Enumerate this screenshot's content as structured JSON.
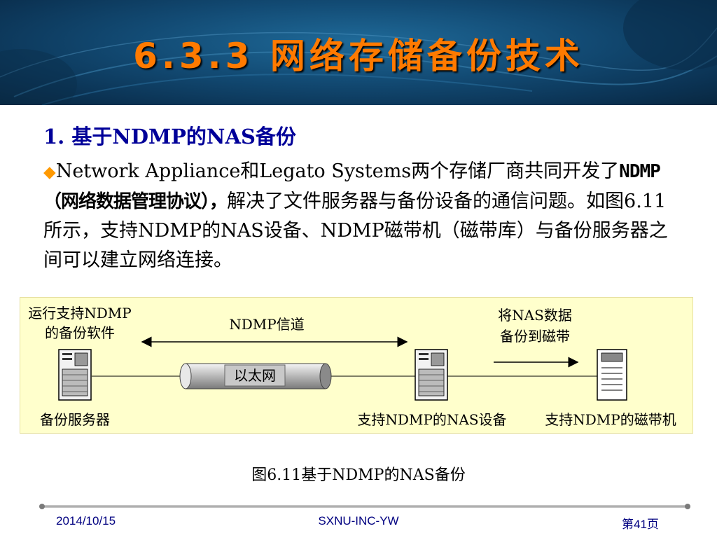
{
  "slide": {
    "title": "6.3.3 网络存储备份技术",
    "section_heading": "1. 基于NDMP的NAS备份",
    "paragraph": {
      "bullet": "◆",
      "part1": "Network Appliance和Legato Systems两个存储厂商共同开发了",
      "emphasis": "NDMP（网络数据管理协议），",
      "part2": "解决了文件服务器与备份设备的通信问题。如图6.11所示，支持NDMP的NAS设备、NDMP磁带机（磁带库）与备份服务器之间可以建立网络连接。"
    }
  },
  "figure": {
    "label_software_line1": "运行支持NDMP",
    "label_software_line2": "的备份软件",
    "label_channel": "NDMP信道",
    "label_transfer_line1": "将NAS数据",
    "label_transfer_line2": "备份到磁带",
    "label_ethernet": "以太网",
    "label_backup_server": "备份服务器",
    "label_nas_device": "支持NDMP的NAS设备",
    "label_tape": "支持NDMP的磁带机",
    "caption": "图6.11基于NDMP的NAS备份"
  },
  "footer": {
    "date": "2014/10/15",
    "center": "SXNU-INC-YW",
    "page": "第41页"
  },
  "colors": {
    "title": "#ff7a00",
    "heading": "#000099",
    "bullet": "#ff9900",
    "figure_bg": "#ffffcc",
    "footer_text": "#000080"
  }
}
